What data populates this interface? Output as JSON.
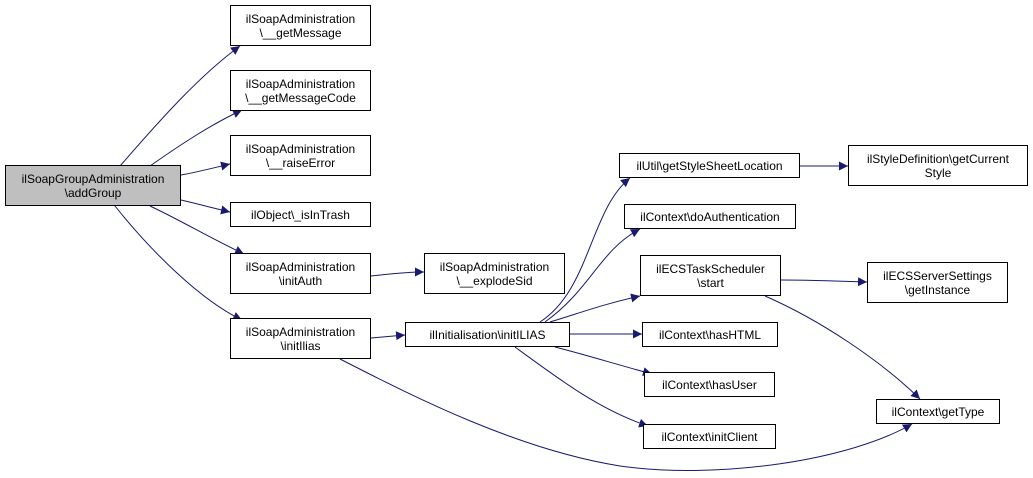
{
  "colors": {
    "edge": "#191970",
    "root_fill": "#bfbfbf",
    "node_border": "#000000"
  },
  "nodes": {
    "root": [
      "ilSoapGroupAdministration",
      "\\addGroup"
    ],
    "getMessage": [
      "ilSoapAdministration",
      "\\__getMessage"
    ],
    "getMessageCode": [
      "ilSoapAdministration",
      "\\__getMessageCode"
    ],
    "raiseError": [
      "ilSoapAdministration",
      "\\__raiseError"
    ],
    "isInTrash": [
      "ilObject\\_isInTrash"
    ],
    "initAuth": [
      "ilSoapAdministration",
      "\\initAuth"
    ],
    "initIlias": [
      "ilSoapAdministration",
      "\\initIlias"
    ],
    "explodeSid": [
      "ilSoapAdministration",
      "\\__explodeSid"
    ],
    "initILIAS": [
      "ilInitialisation\\initILIAS"
    ],
    "getStyleSheetLocation": [
      "ilUtil\\getStyleSheetLocation"
    ],
    "doAuthentication": [
      "ilContext\\doAuthentication"
    ],
    "taskStart": [
      "ilECSTaskScheduler",
      "\\start"
    ],
    "hasHTML": [
      "ilContext\\hasHTML"
    ],
    "hasUser": [
      "ilContext\\hasUser"
    ],
    "initClient": [
      "ilContext\\initClient"
    ],
    "getCurrentStyle": [
      "ilStyleDefinition\\getCurrent",
      "Style"
    ],
    "getInstance": [
      "ilECSServerSettings",
      "\\getInstance"
    ],
    "getType": [
      "ilContext\\getType"
    ]
  }
}
